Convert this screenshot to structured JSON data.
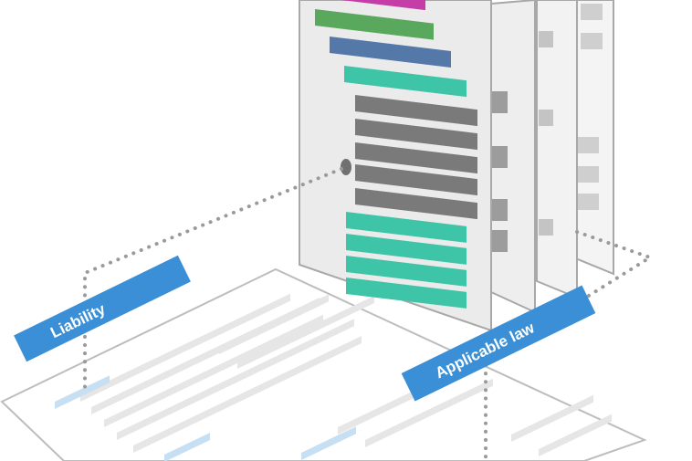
{
  "labels": {
    "left": "Liability",
    "right": "Applicable law"
  },
  "colors": {
    "tag_blue": "#3a8fd6",
    "connector": "#9a9a9a",
    "page_fill": "#ffffff",
    "page_stroke": "#bdbdbd",
    "panel_front": "#ececec",
    "panel_back": "#f2f2f2",
    "panel_stroke": "#a8a8a8",
    "text_line": "#e6e6e6",
    "highlight": "#c6dff3",
    "bar_magenta": "#c53ea7",
    "bar_green": "#5aa85e",
    "bar_blue": "#5478a8",
    "bar_teal": "#3ec4a6",
    "bar_gray": "#7a7a7a",
    "tab_gray": "#a9a9a9",
    "tab_light": "#cfcfcf"
  },
  "icons": [
    "document-page",
    "layer-panel",
    "connector-dots"
  ]
}
